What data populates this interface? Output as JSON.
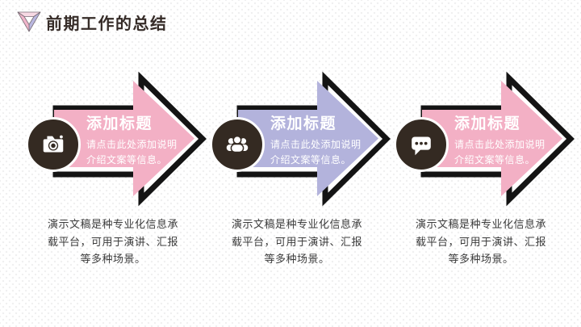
{
  "slide": {
    "header": {
      "logo": "penrose-triangle-logo",
      "title": "前期工作的总结"
    },
    "steps": [
      {
        "icon": "camera-icon",
        "title": "添加标题",
        "desc_line1": "请点击此处添加说明",
        "desc_line2": "介绍文案等信息。",
        "arrow_color": "#f3b0c5",
        "caption_line1": "演示文稿是种专业化信息承",
        "caption_line2": "载平台，可用于演讲、汇报",
        "caption_line3": "等多种场景。"
      },
      {
        "icon": "people-icon",
        "title": "添加标题",
        "desc_line1": "请点击此处添加说明",
        "desc_line2": "介绍文案等信息。",
        "arrow_color": "#b3b3dc",
        "caption_line1": "演示文稿是种专业化信息承",
        "caption_line2": "载平台，可用于演讲、汇报",
        "caption_line3": "等多种场景。"
      },
      {
        "icon": "chat-bubble-icon",
        "title": "添加标题",
        "desc_line1": "请点击此处添加说明",
        "desc_line2": "介绍文案等信息。",
        "arrow_color": "#f3b0c5",
        "caption_line1": "演示文稿是种专业化信息承",
        "caption_line2": "载平台，可用于演讲、汇报",
        "caption_line3": "等多种场景。"
      }
    ],
    "colors": {
      "arrow_pink": "#f3b0c5",
      "arrow_purple": "#b3b3dc",
      "arrow_outline": "#141414",
      "icon_circle": "#342a22",
      "header_text": "#362c28",
      "body_text": "#3c3c3c",
      "logo_pink": "#f0b4ca",
      "logo_lavender": "#b9b7e0"
    }
  }
}
